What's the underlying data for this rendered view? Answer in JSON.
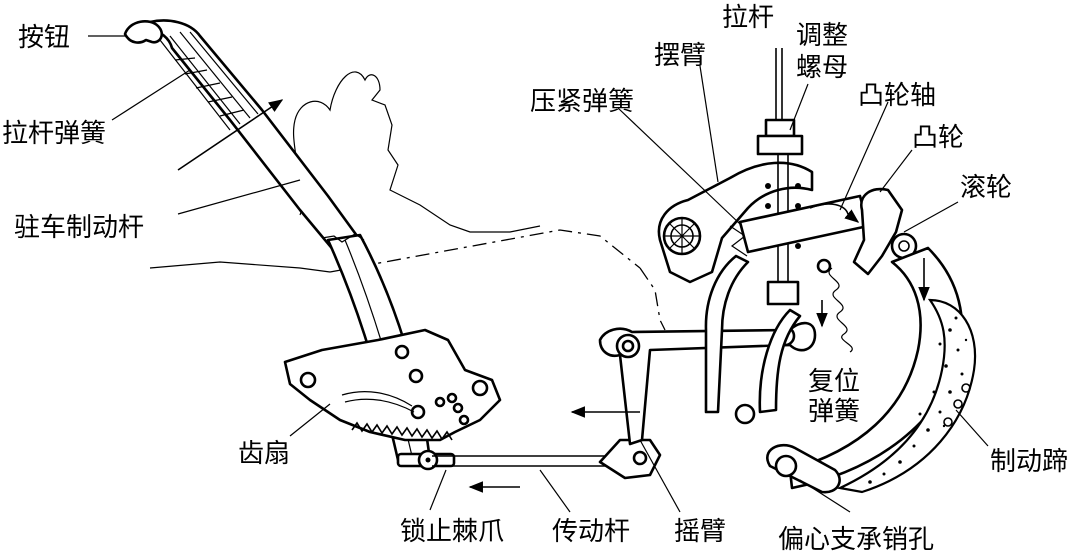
{
  "labels": {
    "button": "按钮",
    "rod_spring": "拉杆弹簧",
    "parking_lever": "驻车制动杆",
    "sector": "齿扇",
    "pawl": "锁止棘爪",
    "transmission_rod": "传动杆",
    "rocker_arm_lower": "摇臂",
    "eccentric_pin_hole": "偏心支承销孔",
    "brake_shoe": "制动蹄",
    "return_spring_line1": "复位",
    "return_spring_line2": "弹簧",
    "roller": "滚轮",
    "cam": "凸轮",
    "cam_shaft": "凸轮轴",
    "adjust_nut_line1": "调整",
    "adjust_nut_line2": "螺母",
    "pull_rod": "拉杆",
    "swing_arm": "摆臂",
    "compression_spring": "压紧弹簧"
  }
}
